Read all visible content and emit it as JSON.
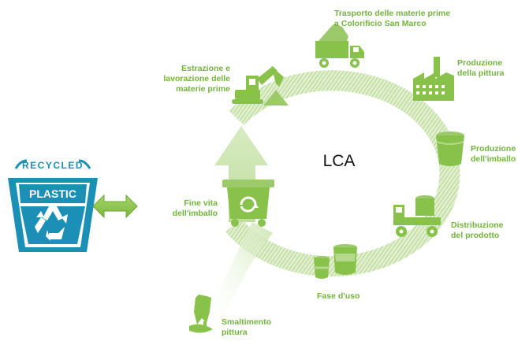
{
  "center_label": "LCA",
  "badge": {
    "top_text": "RECYCLED",
    "label": "PLASTIC",
    "color": "#1b8fb5"
  },
  "colors": {
    "accent": "#72b43c",
    "ring_light": "#d4e8bd",
    "icon": "#88c24a"
  },
  "stages": {
    "extraction": {
      "line1": "Estrazione e",
      "line2": "lavorazione delle",
      "line3": "materie prime",
      "icon": "excavator-icon"
    },
    "transport": {
      "line1": "Trasporto delle materie prime",
      "line2": "a Colorificio San Marco",
      "icon": "truck-icon"
    },
    "paint": {
      "line1": "Produzione",
      "line2": "della pittura",
      "icon": "factory-icon"
    },
    "packaging": {
      "line1": "Produzione",
      "line2": "dell'imballo",
      "icon": "bucket-icon"
    },
    "distribution": {
      "line1": "Distribuzione",
      "line2": "del prodotto",
      "icon": "delivery-truck-icon"
    },
    "use": {
      "line1": "Fase d'uso",
      "icon": "paint-cans-icon"
    },
    "end_of_life": {
      "line1": "Fine vita",
      "line2": "dell'imballo",
      "icon": "recycle-bin-icon"
    },
    "disposal": {
      "line1": "Smaltimento",
      "line2": "pittura",
      "icon": "paint-spill-icon"
    }
  }
}
